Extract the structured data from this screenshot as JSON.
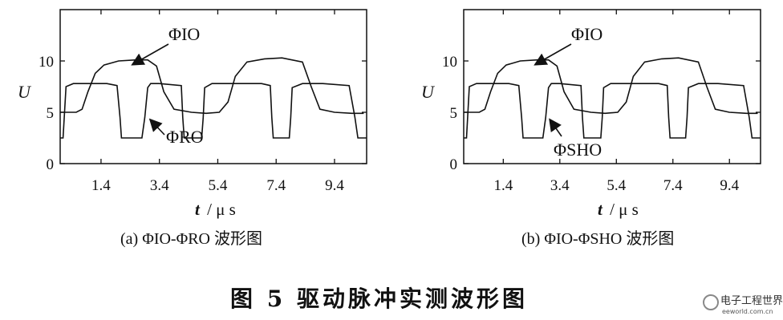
{
  "figure": {
    "title": "图 5   驱动脉冲实测波形图",
    "watermark": {
      "brand": "电子工程世界",
      "site": "eeworld.com.cn"
    }
  },
  "chart_data": [
    {
      "type": "line",
      "caption": "(a) ΦIO-ΦRO 波形图",
      "ylabel": "U",
      "xlabel_symbol": "t",
      "xlabel_unit": "/ μ s",
      "xticks": [
        "1.4",
        "3.4",
        "5.4",
        "7.4",
        "9.4"
      ],
      "yticks": [
        "0",
        "5",
        "10"
      ],
      "xlim": [
        0,
        10.5
      ],
      "ylim": [
        0,
        15
      ],
      "series": [
        {
          "name": "ΦIO",
          "color": "#111111",
          "x": [
            0.0,
            0.55,
            0.75,
            0.95,
            1.2,
            1.5,
            2.0,
            2.6,
            3.0,
            3.3,
            3.55,
            3.9,
            4.5,
            5.0,
            5.45,
            5.75,
            6.0,
            6.4,
            7.0,
            7.6,
            8.3,
            8.6,
            8.9,
            9.4,
            10.0,
            10.4
          ],
          "y": [
            5.0,
            5.0,
            5.3,
            7.0,
            8.8,
            9.6,
            10.0,
            10.1,
            10.1,
            9.5,
            7.0,
            5.3,
            5.0,
            4.9,
            5.0,
            6.0,
            8.5,
            9.9,
            10.2,
            10.3,
            9.9,
            7.5,
            5.3,
            5.0,
            4.9,
            4.9
          ]
        },
        {
          "name": "ΦRO",
          "color": "#111111",
          "x": [
            0.0,
            0.1,
            0.2,
            0.45,
            1.0,
            1.6,
            1.95,
            2.05,
            2.1,
            2.4,
            2.8,
            2.9,
            3.0,
            3.1,
            3.4,
            4.15,
            4.2,
            4.25,
            4.5,
            4.85,
            4.9,
            4.95,
            5.2,
            6.0,
            6.9,
            7.2,
            7.25,
            7.3,
            7.6,
            7.85,
            7.9,
            7.95,
            8.3,
            9.0,
            9.9,
            10.1,
            10.2,
            10.3,
            10.5
          ],
          "y": [
            2.5,
            2.5,
            7.5,
            7.8,
            7.8,
            7.8,
            7.6,
            4.5,
            2.5,
            2.5,
            2.5,
            4.5,
            7.4,
            7.8,
            7.8,
            7.6,
            4.5,
            2.5,
            2.5,
            2.5,
            4.5,
            7.4,
            7.8,
            7.8,
            7.8,
            7.6,
            4.5,
            2.5,
            2.5,
            2.5,
            4.5,
            7.4,
            7.8,
            7.8,
            7.6,
            4.5,
            2.5,
            2.5,
            2.5
          ]
        }
      ]
    },
    {
      "type": "line",
      "caption": "(b) ΦIO-ΦSHO  波形图",
      "ylabel": "U",
      "xlabel_symbol": "t",
      "xlabel_unit": "/ μ s",
      "xticks": [
        "1.4",
        "3.4",
        "5.4",
        "7.4",
        "9.4"
      ],
      "yticks": [
        "0",
        "5",
        "10"
      ],
      "xlim": [
        0,
        10.5
      ],
      "ylim": [
        0,
        15
      ],
      "series": [
        {
          "name": "ΦIO",
          "color": "#111111",
          "x": [
            0.0,
            0.55,
            0.75,
            0.95,
            1.2,
            1.5,
            2.0,
            2.6,
            3.0,
            3.3,
            3.55,
            3.9,
            4.5,
            5.0,
            5.45,
            5.75,
            6.0,
            6.4,
            7.0,
            7.6,
            8.3,
            8.6,
            8.9,
            9.4,
            10.0,
            10.4
          ],
          "y": [
            5.0,
            5.0,
            5.3,
            7.0,
            8.8,
            9.6,
            10.0,
            10.1,
            10.1,
            9.5,
            7.0,
            5.3,
            5.0,
            4.9,
            5.0,
            6.0,
            8.5,
            9.9,
            10.2,
            10.3,
            9.9,
            7.5,
            5.3,
            5.0,
            4.9,
            4.9
          ]
        },
        {
          "name": "ΦSHO",
          "color": "#111111",
          "x": [
            0.0,
            0.1,
            0.2,
            0.45,
            1.0,
            1.6,
            1.95,
            2.05,
            2.1,
            2.4,
            2.8,
            2.9,
            3.0,
            3.1,
            3.4,
            4.15,
            4.2,
            4.25,
            4.5,
            4.85,
            4.9,
            4.95,
            5.2,
            6.0,
            6.9,
            7.2,
            7.25,
            7.3,
            7.6,
            7.85,
            7.9,
            7.95,
            8.3,
            9.0,
            9.9,
            10.1,
            10.2,
            10.3,
            10.5
          ],
          "y": [
            2.5,
            2.5,
            7.5,
            7.8,
            7.8,
            7.8,
            7.6,
            4.5,
            2.5,
            2.5,
            2.5,
            4.5,
            7.4,
            7.8,
            7.8,
            7.6,
            4.5,
            2.5,
            2.5,
            2.5,
            4.5,
            7.4,
            7.8,
            7.8,
            7.8,
            7.6,
            4.5,
            2.5,
            2.5,
            2.5,
            4.5,
            7.4,
            7.8,
            7.8,
            7.6,
            4.5,
            2.5,
            2.5,
            2.5
          ]
        }
      ]
    }
  ]
}
